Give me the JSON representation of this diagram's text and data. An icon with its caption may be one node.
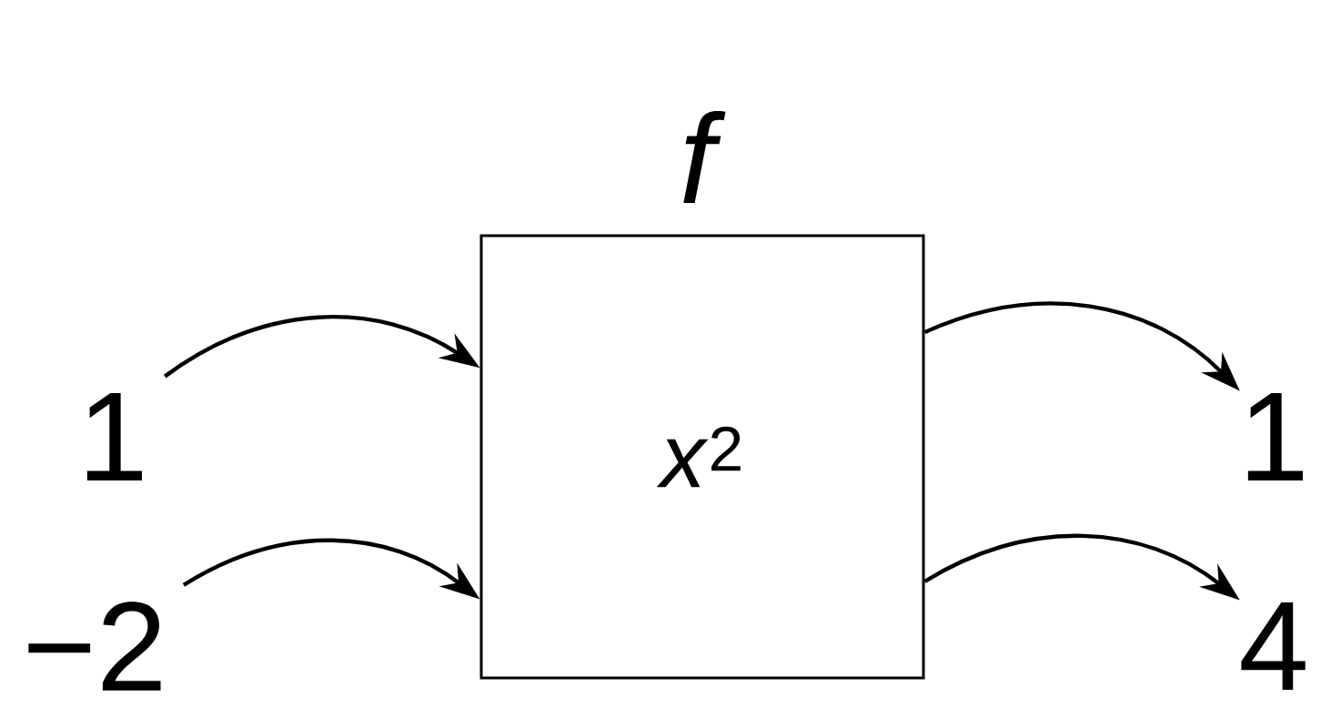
{
  "diagram": {
    "nodes": [
      {
        "text": [
          "f",
          "*x*$^{2}$"
        ]
      },
      {
        "text": [
          "1"
        ]
      },
      {
        "text": [
          "−2"
        ]
      },
      {
        "text": [
          "1"
        ]
      },
      {
        "text": [
          "4"
        ]
      }
    ],
    "edges": [
      {
        "from": 1,
        "to": 0,
        "arrow": "to"
      },
      {
        "from": 2,
        "to": 0,
        "arrow": "to"
      },
      {
        "from": 0,
        "to": 3,
        "arrow": "to"
      },
      {
        "from": 0,
        "to": 4,
        "arrow": "to"
      }
    ]
  }
}
